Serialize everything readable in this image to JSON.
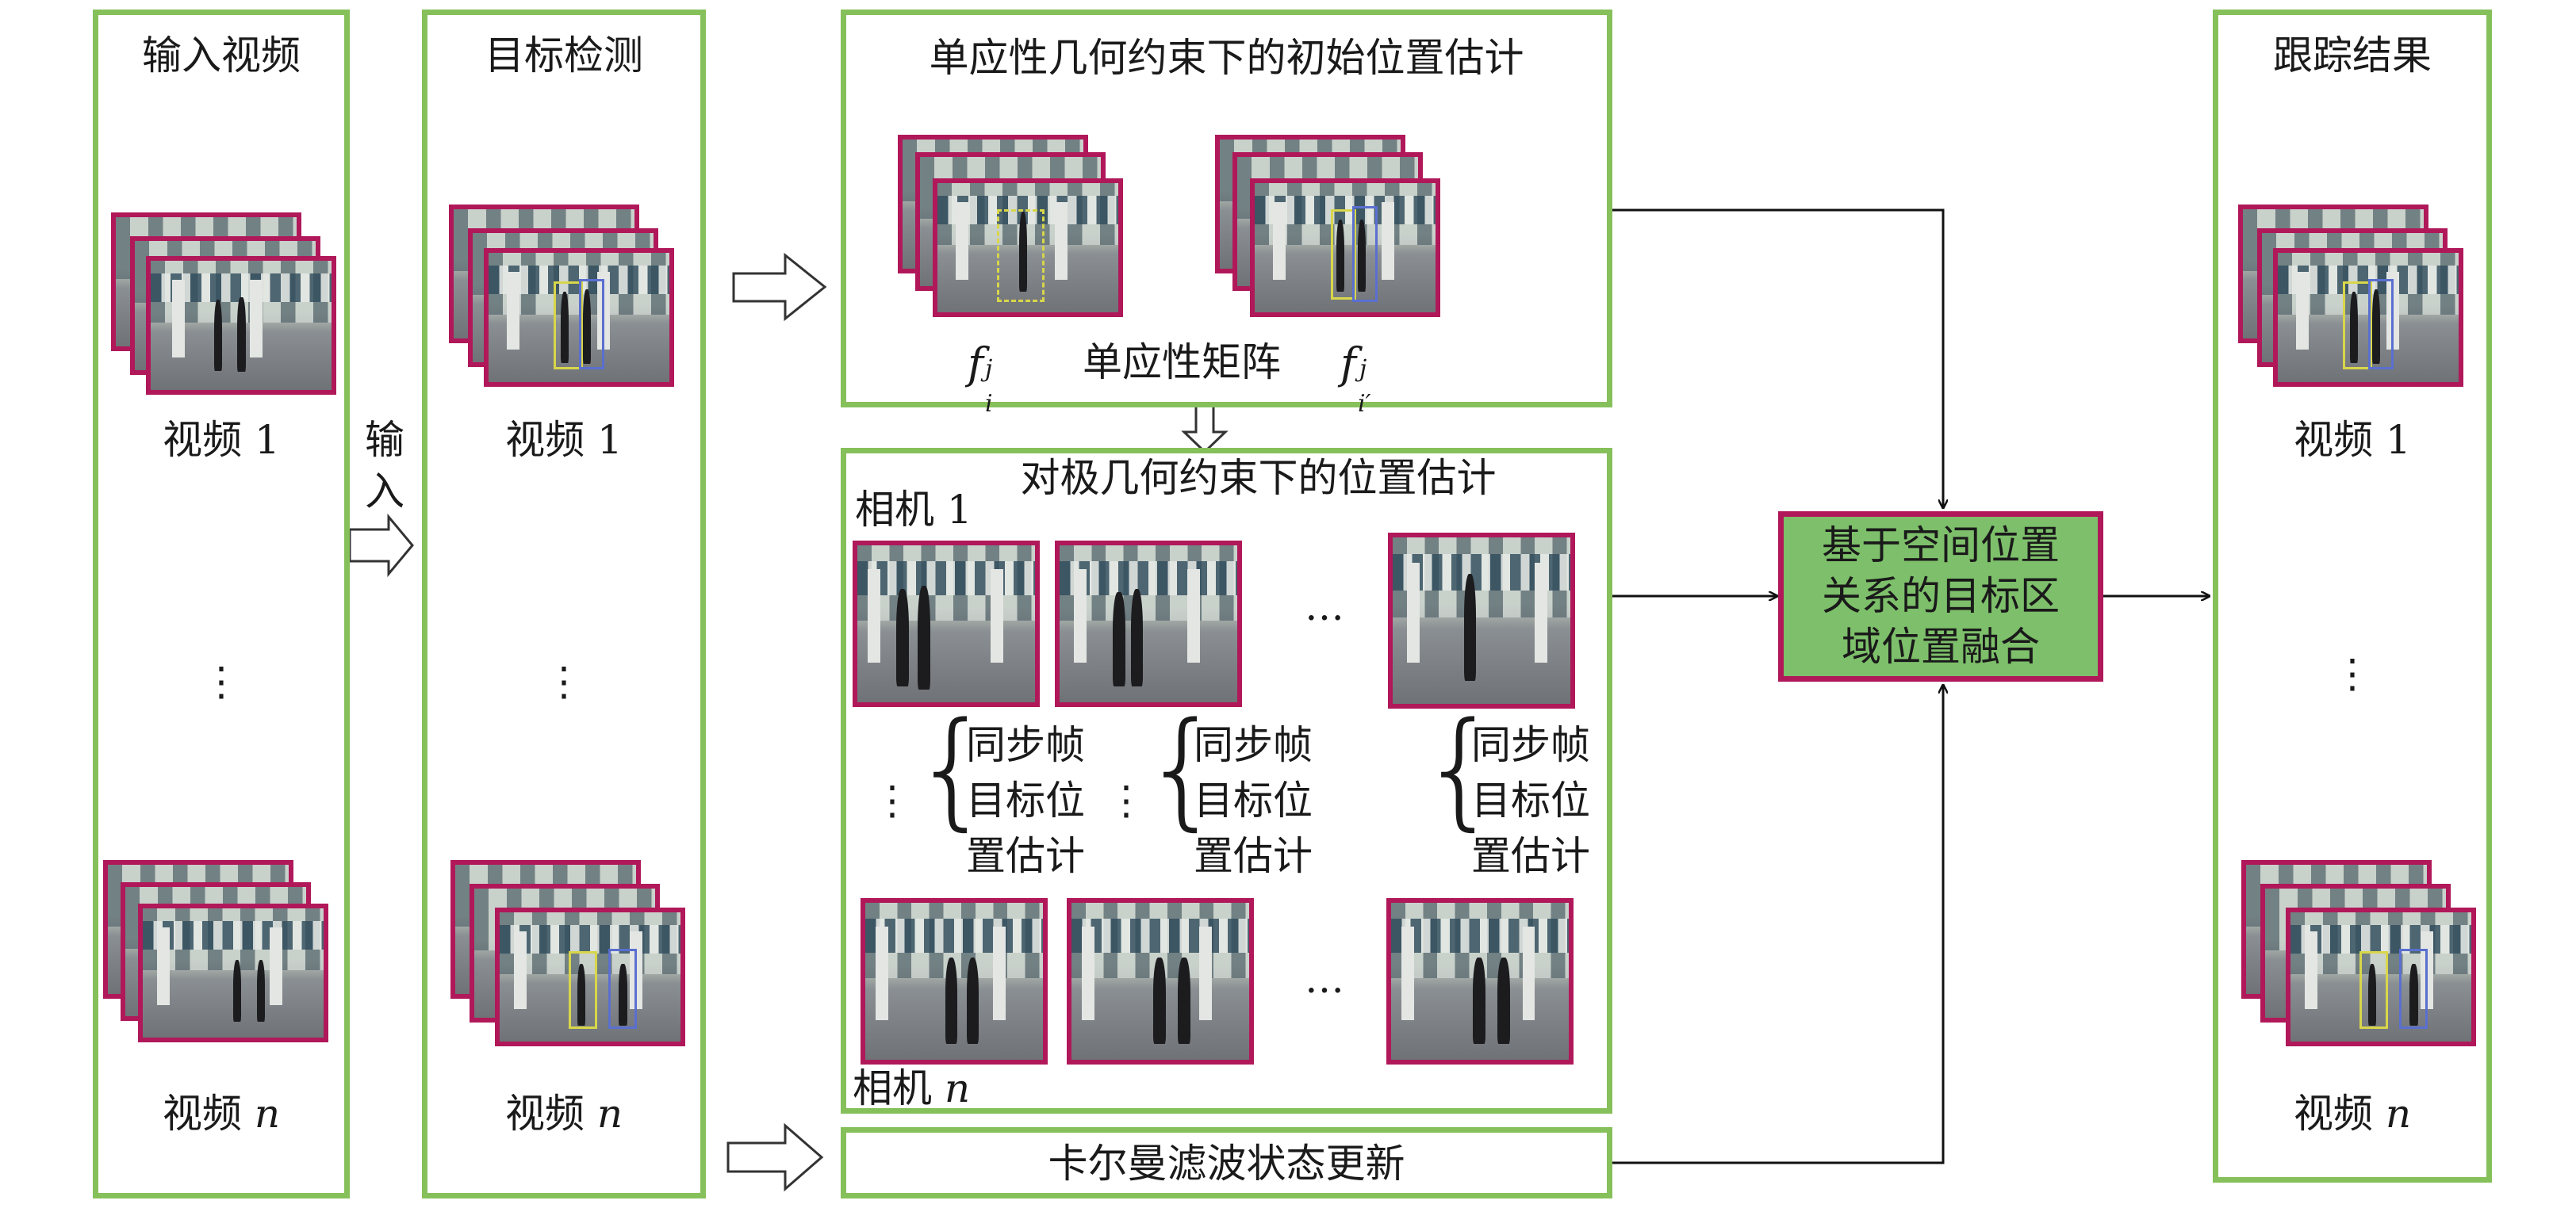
{
  "panels": {
    "input": {
      "title": "输入视频",
      "video1": "视频 1",
      "videon_prefix": "视频 ",
      "videon_var": "n",
      "dots": "⋮"
    },
    "detect": {
      "title": "目标检测",
      "video1": "视频 1",
      "videon_prefix": "视频 ",
      "videon_var": "n",
      "dots": "⋮"
    },
    "homography": {
      "title": "单应性几何约束下的初始位置估计",
      "matrix_label": "单应性矩阵",
      "f_left_base": "f",
      "f_left_sup": "j",
      "f_left_sub": "i",
      "f_right_base": "f",
      "f_right_sup": "j",
      "f_right_sub": "i′"
    },
    "epipolar": {
      "title": "对极几何约束下的位置估计",
      "cam1": "相机 1",
      "camn_prefix": "相机 ",
      "camn_var": "n",
      "hdots": "…",
      "vdots": "⋮",
      "sync_line1": "同步帧",
      "sync_line2": "目标位",
      "sync_line3": "置估计"
    },
    "kalman": {
      "title": "卡尔曼滤波状态更新"
    },
    "fusion": {
      "line1": "基于空间位置",
      "line2": "关系的目标区",
      "line3": "域位置融合"
    },
    "result": {
      "title": "跟踪结果",
      "video1": "视频 1",
      "videon_prefix": "视频 ",
      "videon_var": "n",
      "dots": "⋮"
    }
  },
  "input_label": {
    "line1": "输",
    "line2": "入"
  },
  "colors": {
    "panel_border": "#86c05a",
    "frame_border": "#b0185a",
    "fusion_fill": "#7dbf6a"
  },
  "icons": [
    "hollow-arrow-icon",
    "double-arrow-icon",
    "brace-icon",
    "arrow-icon"
  ]
}
